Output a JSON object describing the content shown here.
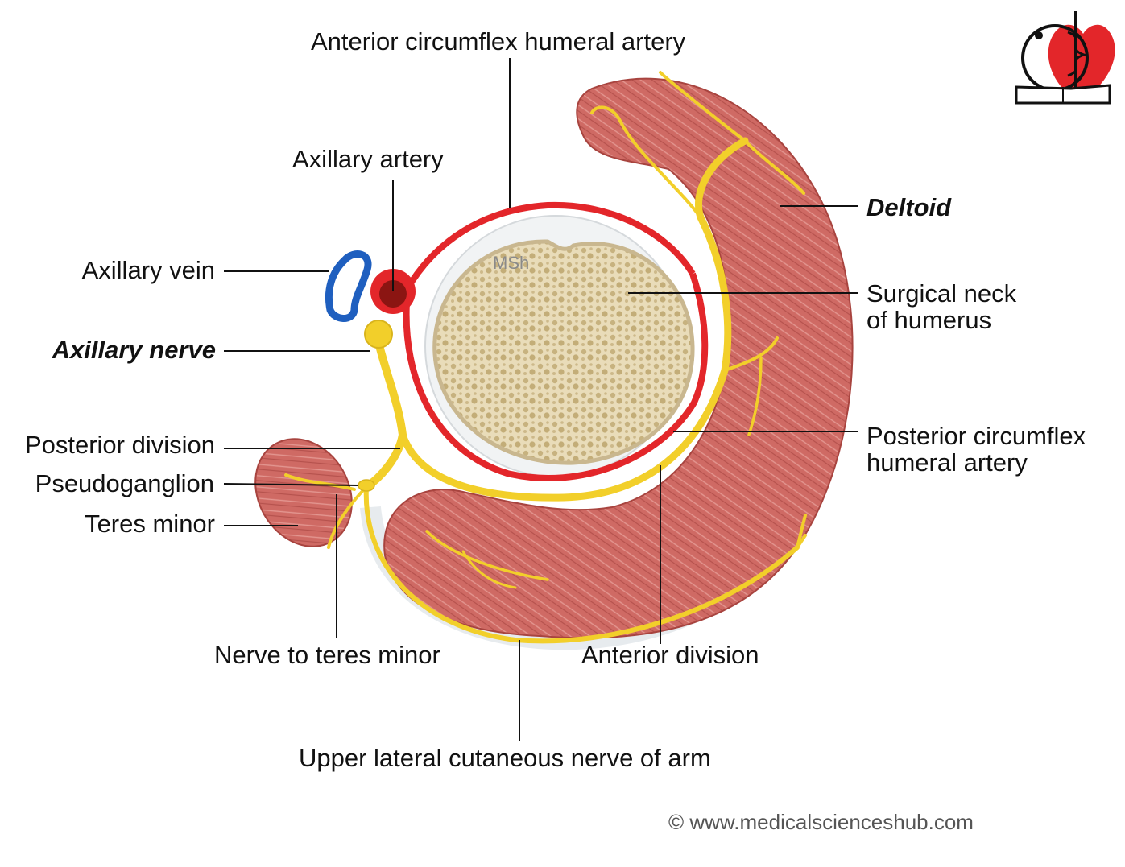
{
  "labels": {
    "anterior_circumflex": "Anterior circumflex humeral artery",
    "axillary_artery": "Axillary artery",
    "axillary_vein": "Axillary vein",
    "axillary_nerve": "Axillary nerve",
    "posterior_division": "Posterior division",
    "pseudoganglion": "Pseudoganglion",
    "teres_minor": "Teres minor",
    "nerve_to_teres_minor": "Nerve to teres minor",
    "anterior_division": "Anterior division",
    "upper_lateral_cutaneous": "Upper lateral cutaneous nerve of arm",
    "deltoid": "Deltoid",
    "surgical_neck_1": "Surgical neck",
    "surgical_neck_2": "of humerus",
    "posterior_circumflex_1": "Posterior circumflex",
    "posterior_circumflex_2": "humeral artery"
  },
  "watermark": "© www.medicalscienceshub.com",
  "bone_mark": "MSh",
  "colors": {
    "muscle": "#c9605c",
    "muscle_dark": "#a8443f",
    "artery": "#e3262a",
    "vein": "#1f5fbf",
    "nerve": "#f2cf2a",
    "bone": "#e6d8b4",
    "fascia": "#e8ecef"
  }
}
